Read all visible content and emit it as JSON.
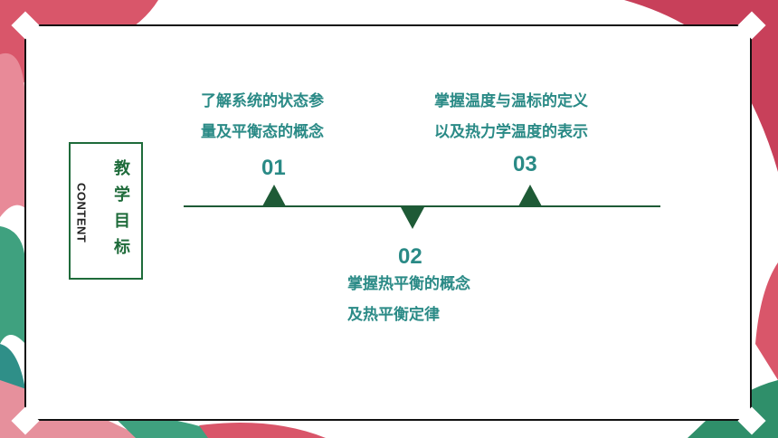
{
  "label": {
    "content_word": "CONTENT",
    "title": "教学目标"
  },
  "items": [
    {
      "number": "01",
      "line1": "了解系统的状态参",
      "line2": "量及平衡态的概念"
    },
    {
      "number": "02",
      "line1": "掌握热平衡的概念",
      "line2": "及热平衡定律"
    },
    {
      "number": "03",
      "line1": "掌握温度与温标的定义",
      "line2": "以及热力学温度的表示"
    }
  ],
  "colors": {
    "accent_text": "#2a8a86",
    "line_green": "#1e5a36",
    "box_green": "#1e6b3a",
    "deco_pink": "#c8405a"
  }
}
